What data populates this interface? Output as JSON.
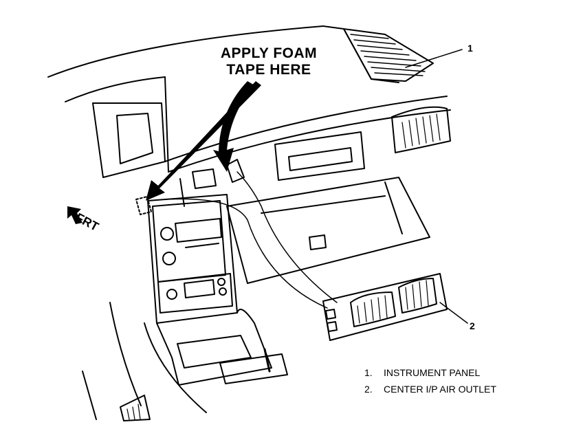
{
  "callout": {
    "line1": "APPLY FOAM",
    "line2": "TAPE HERE"
  },
  "direction_label": "FRT",
  "part_numbers": {
    "one": "1",
    "two": "2"
  },
  "legend": [
    {
      "num": "1.",
      "label": "INSTRUMENT PANEL"
    },
    {
      "num": "2.",
      "label": "CENTER I/P AIR OUTLET"
    }
  ]
}
